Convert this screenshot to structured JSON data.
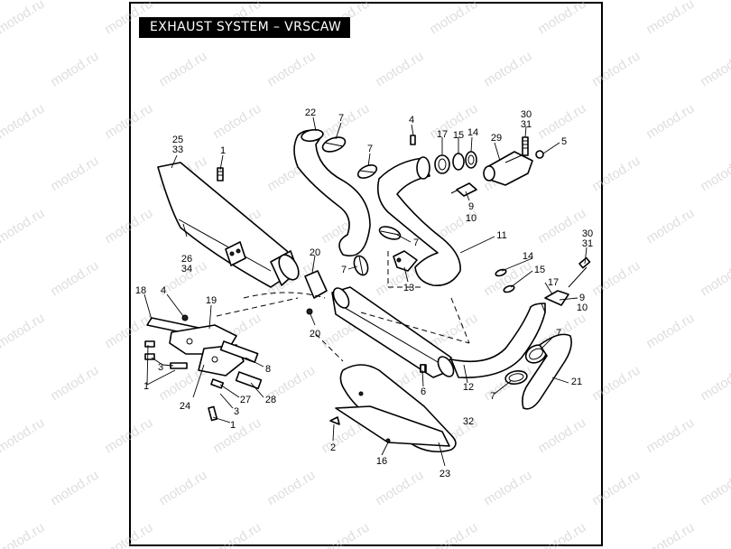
{
  "title": "EXHAUST SYSTEM – VRSCAW",
  "watermark": "motod.ru",
  "callouts": [
    {
      "id": "c-1a",
      "text": "1"
    },
    {
      "id": "c-1b",
      "text": "1"
    },
    {
      "id": "c-1c",
      "text": "1"
    },
    {
      "id": "c-2",
      "text": "2"
    },
    {
      "id": "c-3a",
      "text": "3"
    },
    {
      "id": "c-3b",
      "text": "3"
    },
    {
      "id": "c-4a",
      "text": "4"
    },
    {
      "id": "c-4b",
      "text": "4"
    },
    {
      "id": "c-5",
      "text": "5"
    },
    {
      "id": "c-6",
      "text": "6"
    },
    {
      "id": "c-7a",
      "text": "7"
    },
    {
      "id": "c-7b",
      "text": "7"
    },
    {
      "id": "c-7c",
      "text": "7"
    },
    {
      "id": "c-7d",
      "text": "7"
    },
    {
      "id": "c-7e",
      "text": "7"
    },
    {
      "id": "c-7f",
      "text": "7"
    },
    {
      "id": "c-8",
      "text": "8"
    },
    {
      "id": "c-9a",
      "text": "9"
    },
    {
      "id": "c-10a",
      "text": "10"
    },
    {
      "id": "c-9b",
      "text": "9"
    },
    {
      "id": "c-10b",
      "text": "10"
    },
    {
      "id": "c-11",
      "text": "11"
    },
    {
      "id": "c-12",
      "text": "12"
    },
    {
      "id": "c-32",
      "text": "32"
    },
    {
      "id": "c-13",
      "text": "13"
    },
    {
      "id": "c-14a",
      "text": "14"
    },
    {
      "id": "c-14b",
      "text": "14"
    },
    {
      "id": "c-15a",
      "text": "15"
    },
    {
      "id": "c-15b",
      "text": "15"
    },
    {
      "id": "c-16",
      "text": "16"
    },
    {
      "id": "c-17a",
      "text": "17"
    },
    {
      "id": "c-17b",
      "text": "17"
    },
    {
      "id": "c-18",
      "text": "18"
    },
    {
      "id": "c-19",
      "text": "19"
    },
    {
      "id": "c-20a",
      "text": "20"
    },
    {
      "id": "c-20b",
      "text": "20"
    },
    {
      "id": "c-21",
      "text": "21"
    },
    {
      "id": "c-22",
      "text": "22"
    },
    {
      "id": "c-23",
      "text": "23"
    },
    {
      "id": "c-24",
      "text": "24"
    },
    {
      "id": "c-25",
      "text": "25"
    },
    {
      "id": "c-33",
      "text": "33"
    },
    {
      "id": "c-26",
      "text": "26"
    },
    {
      "id": "c-34",
      "text": "34"
    },
    {
      "id": "c-27",
      "text": "27"
    },
    {
      "id": "c-28",
      "text": "28"
    },
    {
      "id": "c-29",
      "text": "29"
    },
    {
      "id": "c-30a",
      "text": "30"
    },
    {
      "id": "c-31a",
      "text": "31"
    },
    {
      "id": "c-30b",
      "text": "30"
    },
    {
      "id": "c-31b",
      "text": "31"
    }
  ]
}
